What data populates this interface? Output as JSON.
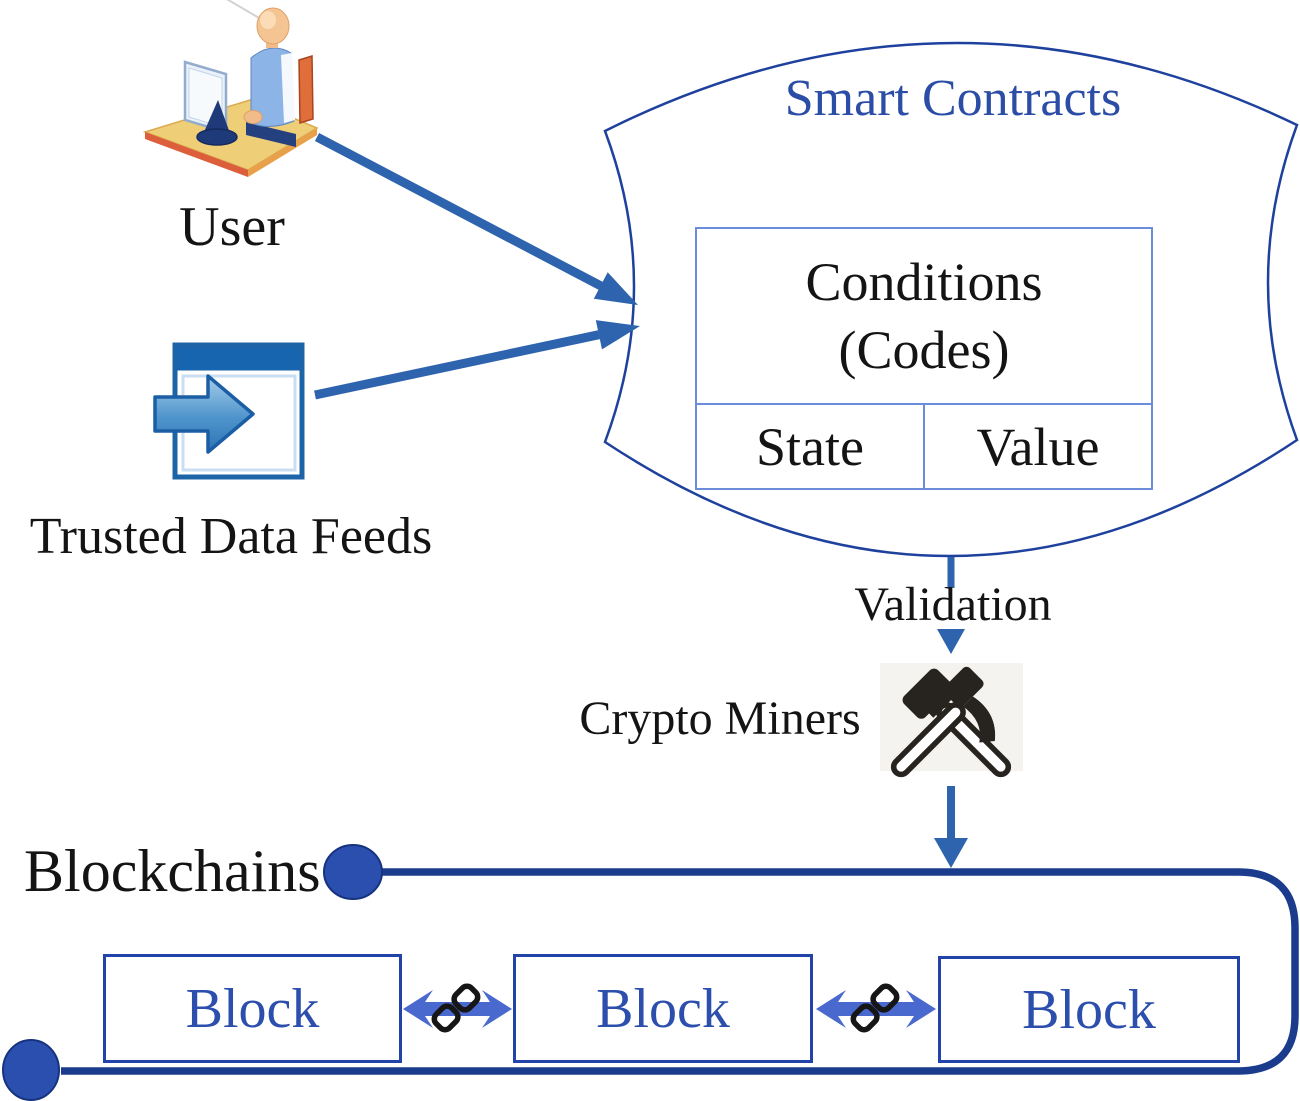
{
  "labels": {
    "user": "User",
    "trusted_data_feeds": "Trusted Data Feeds",
    "validation": "Validation",
    "crypto_miners": "Crypto Miners",
    "blockchains": "Blockchains"
  },
  "smart_contract": {
    "title": "Smart Contracts",
    "conditions": "Conditions",
    "codes": "(Codes)",
    "state": "State",
    "value": "Value"
  },
  "blocks": [
    {
      "label": "Block"
    },
    {
      "label": "Block"
    },
    {
      "label": "Block"
    }
  ],
  "icons": {
    "user": "user-at-computer-icon",
    "data_feed": "window-with-arrow-icon",
    "miners": "crossed-hammers-icon",
    "link": "chain-link-icon"
  },
  "colors": {
    "navy": "#1B3C8C",
    "shape_outline": "#1F419E",
    "steel_blue": "#2E63AE",
    "light_arrow": "#4A69CF",
    "node_fill": "#2B4FAE",
    "node_stroke": "#16337F",
    "table_border": "#6B8CD8",
    "title_blue": "#2B4DA6",
    "block_border": "#2244A8",
    "block_text": "#2C4FAE",
    "link_black": "#161616",
    "hammer_dark": "#27231F"
  }
}
